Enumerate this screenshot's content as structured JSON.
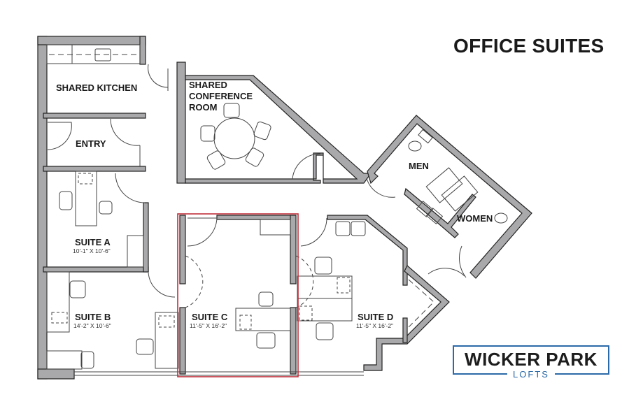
{
  "header": {
    "title": "OFFICE SUITES"
  },
  "brand": {
    "name": "WICKER PARK",
    "sub": "LOFTS",
    "color": "#2b6aa8"
  },
  "colors": {
    "wall_fill": "#a9a9ab",
    "wall_stroke": "#222222",
    "highlight": "#c0303a",
    "text": "#1a1a1a"
  },
  "rooms": {
    "kitchen": {
      "label": "SHARED KITCHEN"
    },
    "entry": {
      "label": "ENTRY"
    },
    "conference": {
      "label_lines": [
        "SHARED",
        "CONFERENCE",
        "ROOM"
      ]
    },
    "men": {
      "label": "MEN"
    },
    "women": {
      "label": "WOMEN"
    },
    "suite_a": {
      "label": "SUITE A",
      "dims": "10'-1\" X 10'-6\""
    },
    "suite_b": {
      "label": "SUITE B",
      "dims": "14'-2\" X 10'-6\""
    },
    "suite_c": {
      "label": "SUITE C",
      "dims": "11'-5\" X 16'-2\"",
      "highlighted": true
    },
    "suite_d": {
      "label": "SUITE D",
      "dims": "11'-5\" X 16'-2\""
    }
  }
}
